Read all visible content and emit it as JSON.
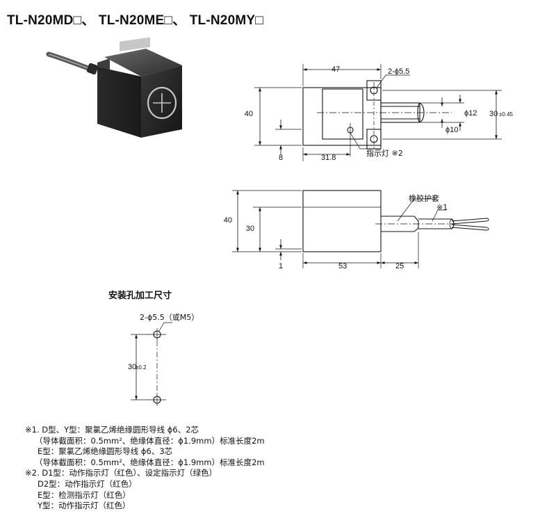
{
  "title": "TL-N20MD□、 TL-N20ME□、 TL-N20MY□",
  "top_view": {
    "dim_width": "47",
    "dim_holes": "2-ϕ5.5",
    "dim_height": "40",
    "dim_cable_outer": "ϕ12",
    "dim_cable_inner": "ϕ10",
    "dim_pitch": "30",
    "dim_pitch_tol": "±0.45",
    "dim_offset": "8",
    "dim_hole_x": "31.8",
    "indicator_label": "指示灯 ※2"
  },
  "side_view": {
    "rubber_sleeve": "橡胶护套",
    "note_ref": "※1",
    "dim_height": "40",
    "dim_inner": "30",
    "dim_base": "1",
    "dim_length": "53",
    "dim_cable": "25"
  },
  "mounting": {
    "title": "安装孔加工尺寸",
    "holes": "2-ϕ5.5（或M5）",
    "pitch": "30",
    "pitch_tol": "±0.2"
  },
  "notes": {
    "n1_a": "※1. D型、Y型：聚氯乙烯绝缘圆形导线  ϕ6、2芯",
    "n1_b": "（导体截面积：0.5mm²、绝缘体直径：ϕ1.9mm）标准长度2m",
    "n1_c": "E型：聚氯乙烯绝缘圆形导线  ϕ6、3芯",
    "n1_d": "（导体截面积：0.5mm²、绝缘体直径：ϕ1.9mm）标准长度2m",
    "n2_a": "※2. D1型：动作指示灯（红色）、设定指示灯（绿色）",
    "n2_b": "D2型：动作指示灯（红色）",
    "n2_c": "E型：检测指示灯（红色）",
    "n2_d": "Y型：动作指示灯（红色）"
  }
}
